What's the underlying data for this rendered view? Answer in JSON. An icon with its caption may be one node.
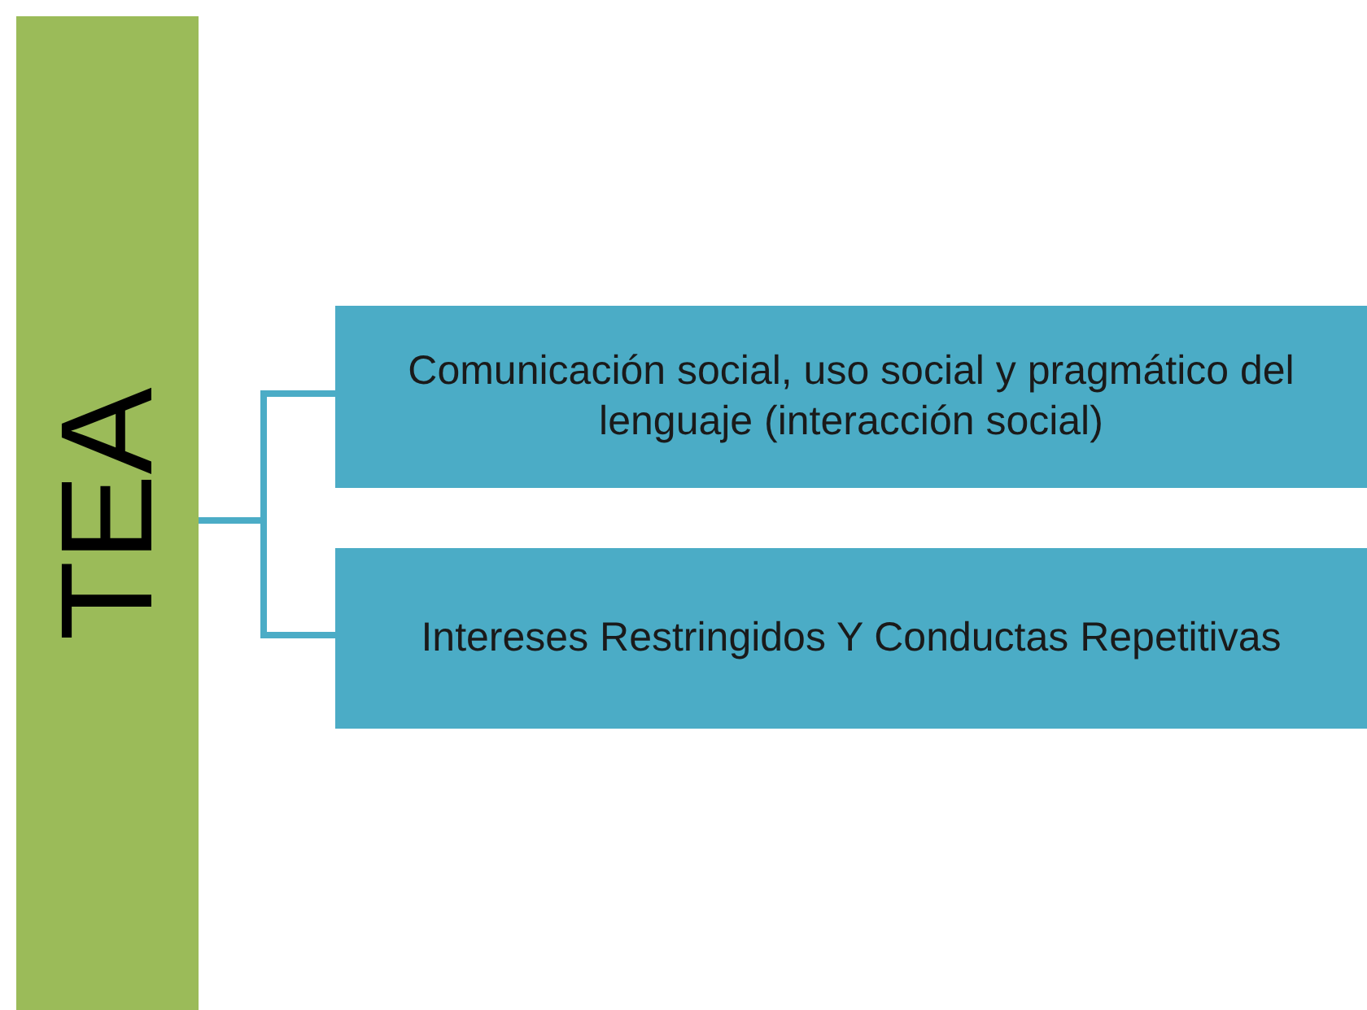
{
  "diagram": {
    "nodes": [
      {
        "text": [
          "TEA"
        ]
      },
      {
        "text": [
          "Comunicación social, uso social y pragmático del lenguaje (interacción social)"
        ]
      },
      {
        "text": [
          "Intereses Restringidos Y Conductas Repetitivas"
        ]
      }
    ],
    "edges": [
      {
        "from": 0,
        "to": 1,
        "arrow": "none"
      },
      {
        "from": 0,
        "to": 2,
        "arrow": "none"
      }
    ]
  }
}
